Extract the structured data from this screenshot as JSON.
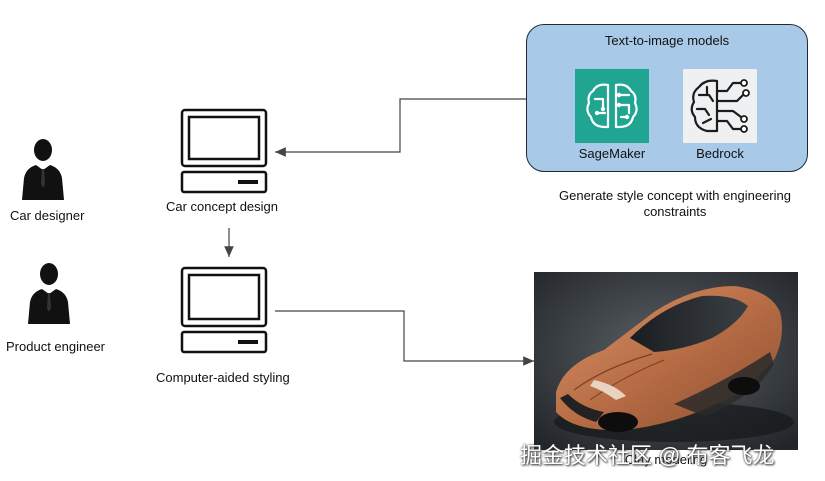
{
  "roles": {
    "designer_label": "Car designer",
    "engineer_label": "Product engineer"
  },
  "workstations": {
    "concept_label": "Car concept design",
    "cas_label": "Computer-aided styling"
  },
  "models_panel": {
    "title": "Text-to-image models",
    "sagemaker_label": "SageMaker",
    "bedrock_label": "Bedrock",
    "caption": "Generate style concept with engineering constraints"
  },
  "output": {
    "caption": "Clay modeling"
  },
  "watermark": "掘金技术社区 @ 布客飞龙",
  "icons": {
    "person": "person-icon",
    "computer": "computer-icon",
    "sagemaker": "sagemaker-logo-icon",
    "bedrock": "bedrock-logo-icon"
  },
  "colors": {
    "panel_fill": "#a9c9e8",
    "sagemaker": "#1fa592",
    "arrow": "#444444"
  }
}
